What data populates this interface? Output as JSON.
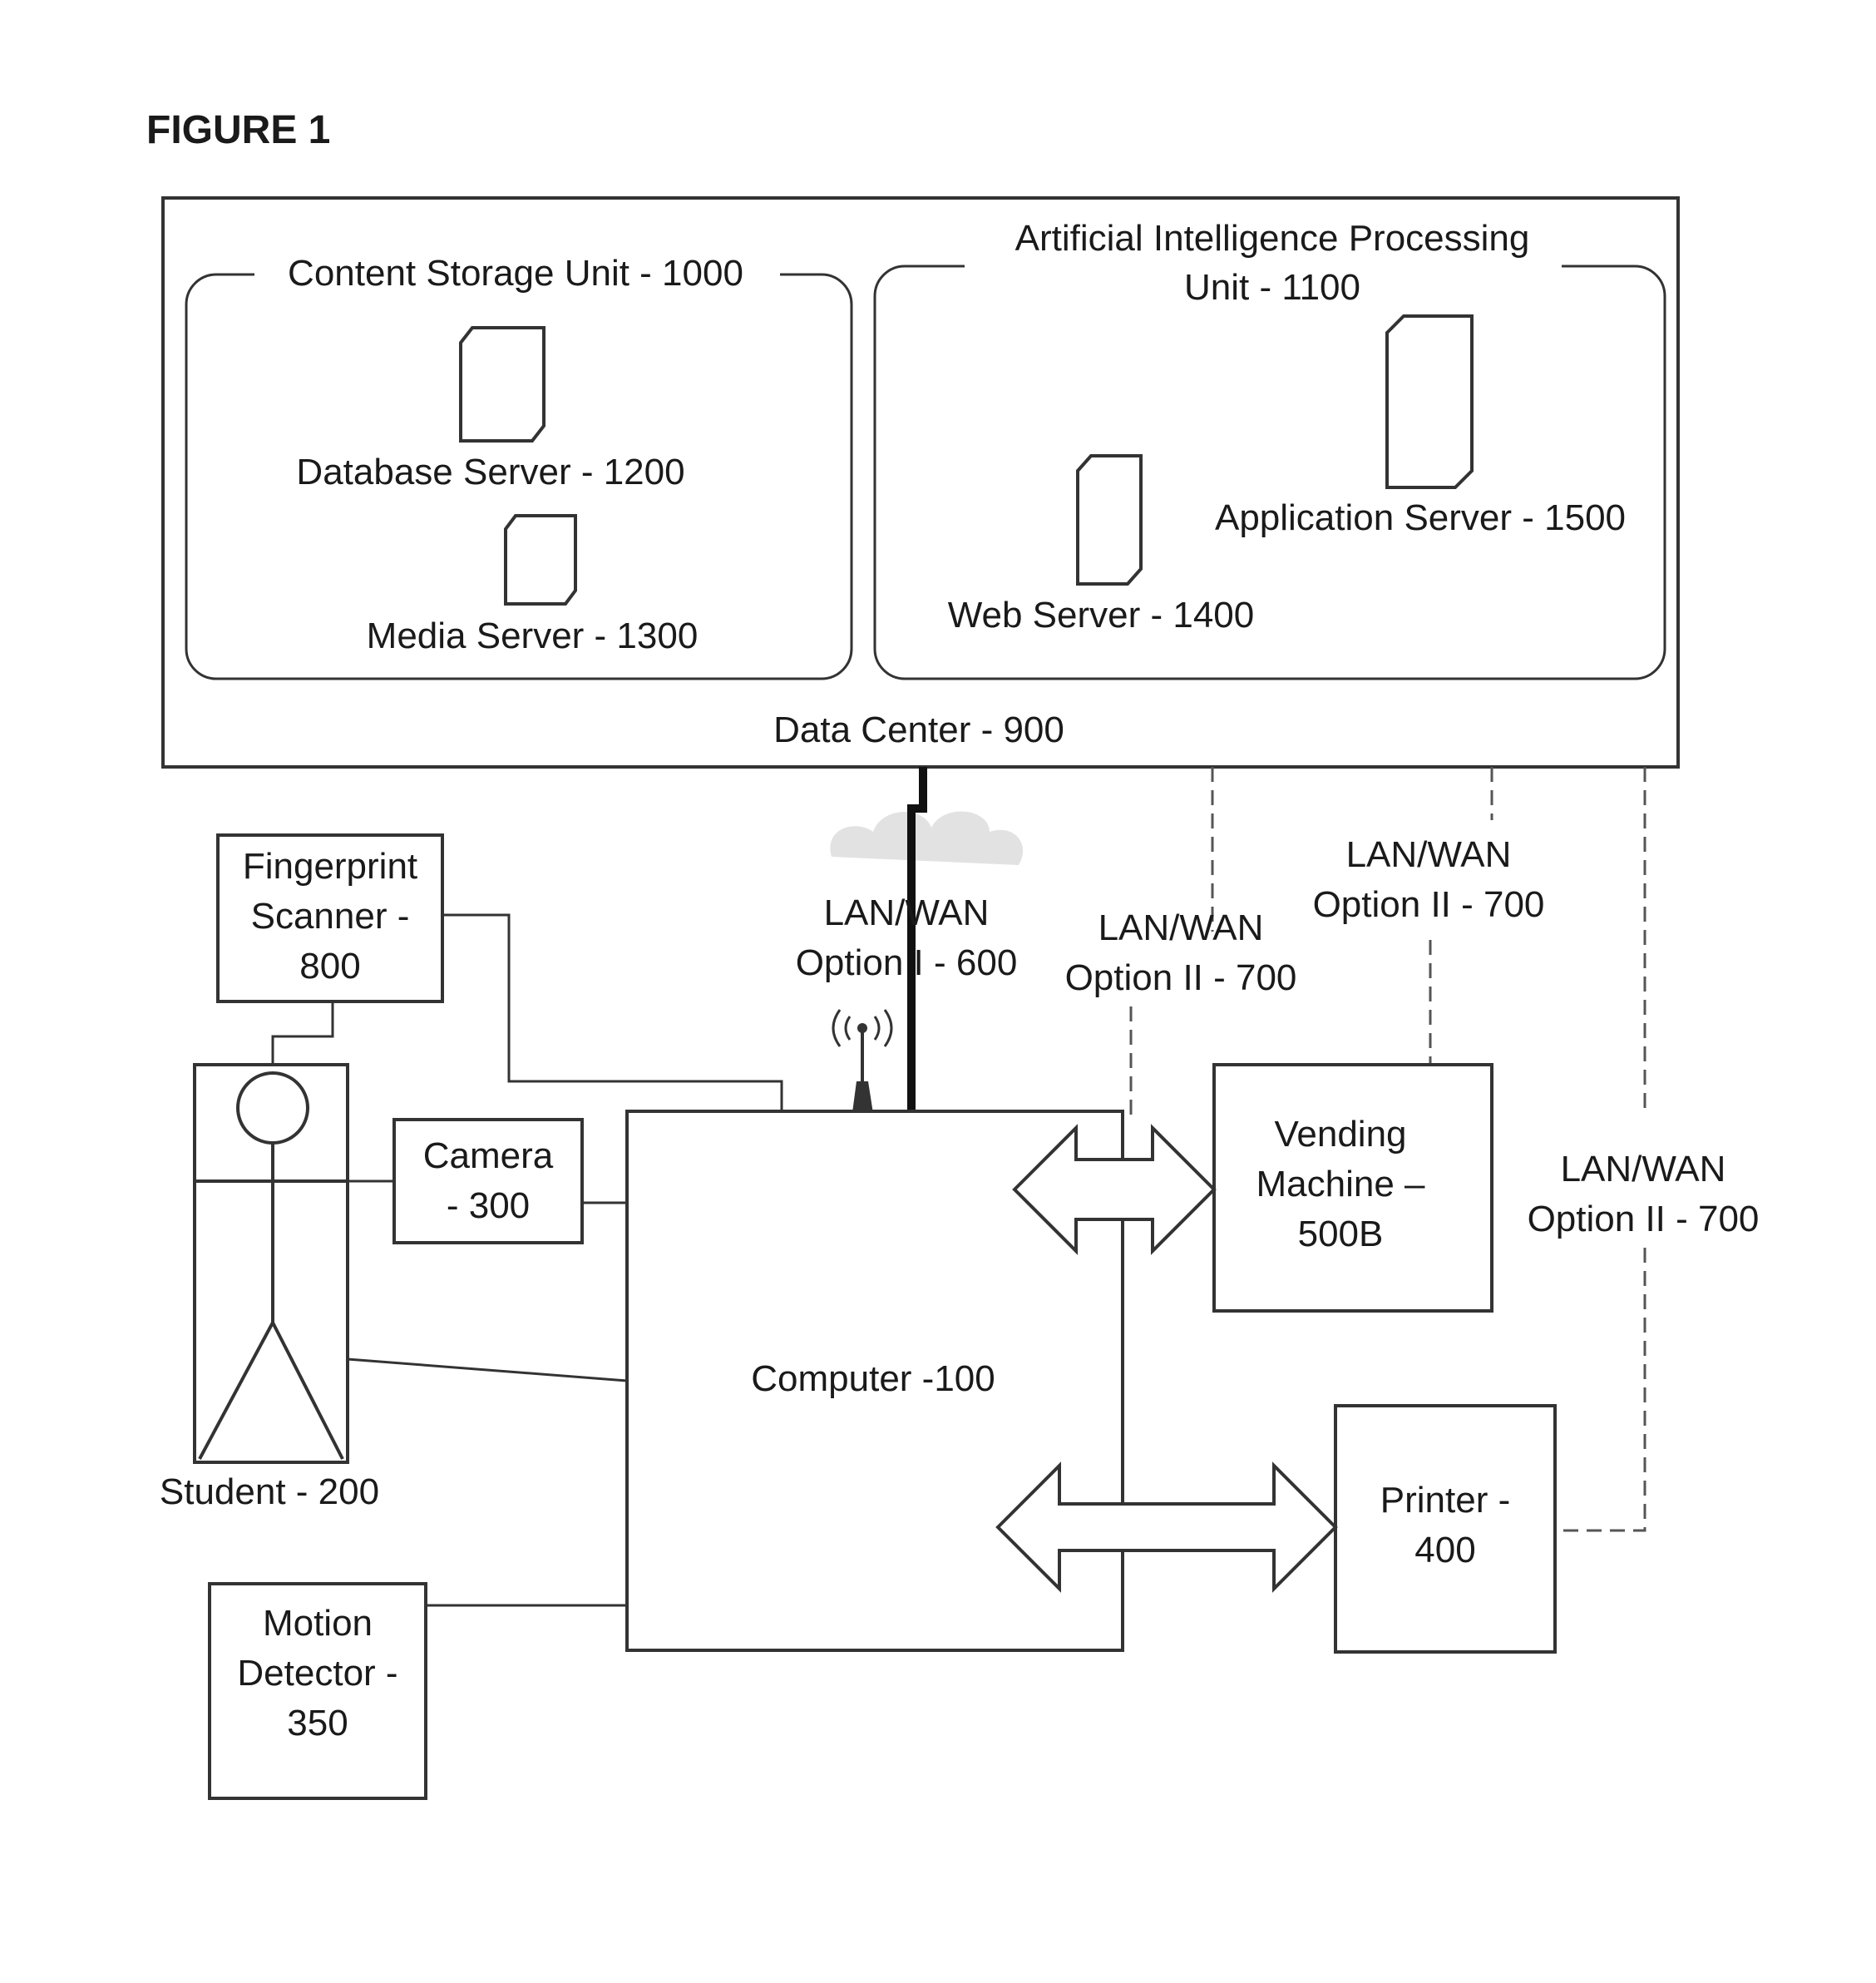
{
  "figure_title": "FIGURE 1",
  "data_center": {
    "label": "Data Center - 900",
    "content_storage": {
      "label": "Content Storage Unit - 1000",
      "database_server": "Database Server - 1200",
      "media_server": "Media Server - 1300"
    },
    "ai_processing": {
      "label_line1": "Artificial Intelligence Processing",
      "label_line2": "Unit - 1100",
      "web_server": "Web Server - 1400",
      "application_server": "Application Server - 1500"
    }
  },
  "network": {
    "option1_line1": "LAN/WAN",
    "option1_line2": "Option I - 600",
    "option2_a_line1": "LAN/WAN",
    "option2_a_line2": "Option II - 700",
    "option2_b_line1": "LAN/WAN",
    "option2_b_line2": "Option II - 700",
    "option2_c_line1": "LAN/WAN",
    "option2_c_line2": "Option II - 700"
  },
  "devices": {
    "fingerprint_line1": "Fingerprint",
    "fingerprint_line2": "Scanner -",
    "fingerprint_line3": "800",
    "camera_line1": "Camera",
    "camera_line2": "- 300",
    "computer": "Computer -100",
    "student": "Student - 200",
    "motion_line1": "Motion",
    "motion_line2": "Detector -",
    "motion_line3": "350",
    "vending_line1": "Vending",
    "vending_line2": "Machine –",
    "vending_line3": "500B",
    "printer_line1": "Printer -",
    "printer_line2": "400"
  }
}
